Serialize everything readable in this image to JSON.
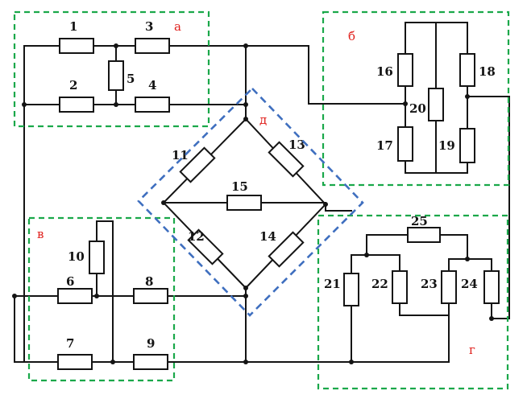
{
  "diagram": {
    "groups": {
      "a": "а",
      "b": "б",
      "v": "в",
      "g": "г",
      "d": "д"
    },
    "resistors": {
      "r1": "1",
      "r2": "2",
      "r3": "3",
      "r4": "4",
      "r5": "5",
      "r6": "6",
      "r7": "7",
      "r8": "8",
      "r9": "9",
      "r10": "10",
      "r11": "11",
      "r12": "12",
      "r13": "13",
      "r14": "14",
      "r15": "15",
      "r16": "16",
      "r17": "17",
      "r18": "18",
      "r19": "19",
      "r20": "20",
      "r21": "21",
      "r22": "22",
      "r23": "23",
      "r24": "24",
      "r25": "25"
    },
    "colors": {
      "wire": "#141414",
      "group_box": "#1aa84a",
      "bridge_box": "#3f6fbf",
      "group_label": "#e0201c"
    }
  }
}
